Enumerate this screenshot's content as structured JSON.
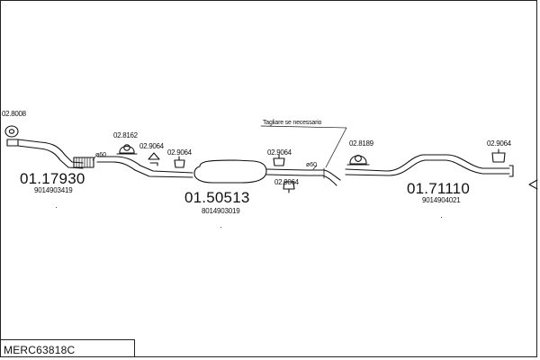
{
  "sections": [
    {
      "id": "front",
      "part_number": "01.17930",
      "reference": "9014903419",
      "pipe_diameter": "ø60"
    },
    {
      "id": "middle",
      "part_number": "01.50513",
      "reference": "8014903019",
      "pipe_diameter": "ø60"
    },
    {
      "id": "rear",
      "part_number": "01.71110",
      "reference": "9014904021"
    }
  ],
  "accessories": {
    "gasket": "02.8008",
    "clamp_front": "02.8162",
    "hanger_1": "02.9064",
    "hanger_2": "02.9064",
    "hanger_3": "02.9064",
    "hanger_4": "02.9064",
    "clamp_rear": "02.8189",
    "hanger_5": "02.9064"
  },
  "note": "Tagliare se necessario",
  "vehicle_code": "MERC63818C",
  "icons": [
    "gasket-icon",
    "clamp-icon",
    "hanger-icon",
    "muffler-icon",
    "pipe-icon",
    "flex-joint-icon"
  ]
}
